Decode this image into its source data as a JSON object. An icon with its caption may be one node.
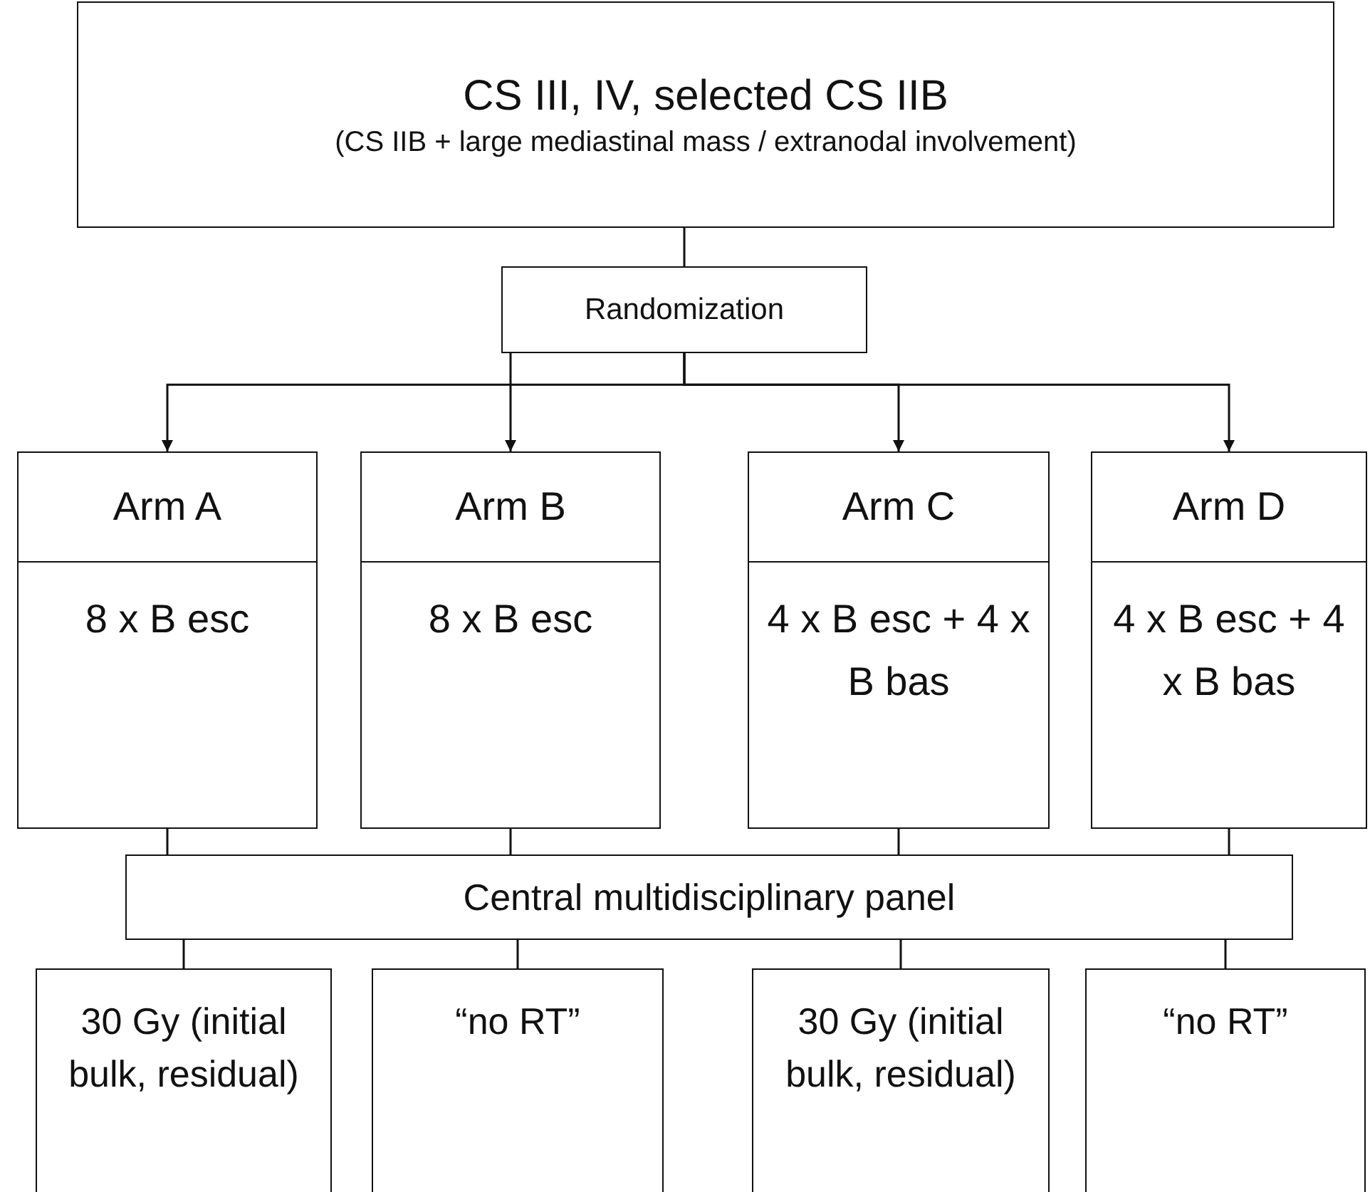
{
  "diagram": {
    "nodes": [
      {
        "text": [
          "CS III, IV, selected CS IIB",
          "(CS IIB + large mediastinal mass / extranodal involvement)"
        ]
      },
      {
        "text": [
          "Randomization"
        ]
      },
      {
        "text": [
          "Arm A",
          "8 x B esc"
        ]
      },
      {
        "text": [
          "Arm B",
          "8 x B esc"
        ]
      },
      {
        "text": [
          "Arm C",
          "4 x B esc + 4 x B bas"
        ]
      },
      {
        "text": [
          "Arm D",
          "4 x B esc + 4 x B bas"
        ]
      },
      {
        "text": [
          "Central multidisciplinary panel"
        ]
      },
      {
        "text": [
          "30 Gy (initial bulk, residual)"
        ]
      },
      {
        "text": [
          "“no RT”"
        ]
      },
      {
        "text": [
          "30 Gy (initial bulk, residual)"
        ]
      },
      {
        "text": [
          "“no RT”"
        ]
      }
    ],
    "edges": [
      {
        "from": 0,
        "to": 1,
        "arrow": "none"
      },
      {
        "from": 1,
        "to": 2,
        "arrow": "to"
      },
      {
        "from": 1,
        "to": 3,
        "arrow": "to"
      },
      {
        "from": 1,
        "to": 4,
        "arrow": "to"
      },
      {
        "from": 1,
        "to": 5,
        "arrow": "to"
      },
      {
        "from": 2,
        "to": 6,
        "arrow": "none"
      },
      {
        "from": 3,
        "to": 6,
        "arrow": "none"
      },
      {
        "from": 4,
        "to": 6,
        "arrow": "none"
      },
      {
        "from": 5,
        "to": 6,
        "arrow": "none"
      },
      {
        "from": 6,
        "to": 7,
        "arrow": "none"
      },
      {
        "from": 6,
        "to": 8,
        "arrow": "none"
      },
      {
        "from": 6,
        "to": 9,
        "arrow": "none"
      },
      {
        "from": 6,
        "to": 10,
        "arrow": "none"
      }
    ]
  }
}
